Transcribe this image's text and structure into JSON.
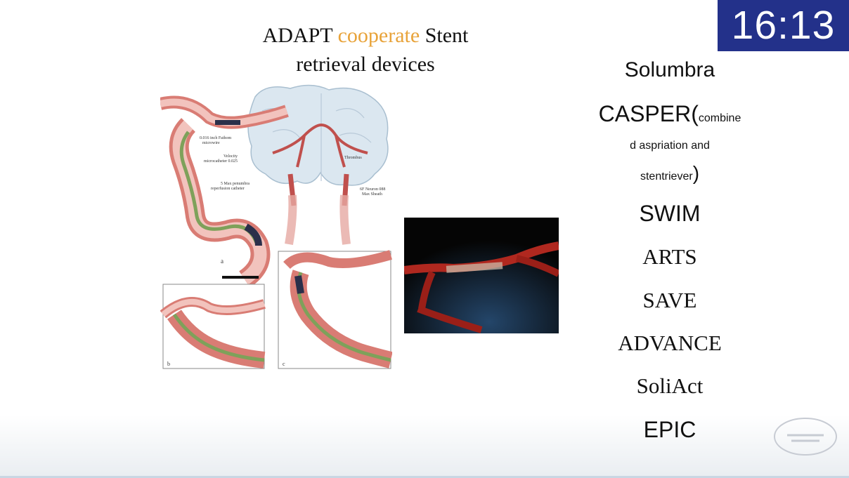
{
  "slide": {
    "title_part1": "ADAPT",
    "title_accent": "cooperate",
    "title_part2": "Stent",
    "title_line2": "retrieval devices",
    "accent_color": "#e8a33a"
  },
  "timer": {
    "value": "16:13",
    "background": "#23318a"
  },
  "trials": {
    "solumbra": "Solumbra",
    "casper": "CASPER(",
    "casper_small_1": "combine",
    "casper_small_2": "d  aspriation and",
    "casper_small_3": "stentriever",
    "casper_close": ")",
    "swim": "SWIM",
    "arts": "ARTS",
    "save": "SAVE",
    "advance": "ADVANCE",
    "soliact": "SoliAct",
    "epic": "EPIC"
  },
  "illustration": {
    "label_1": "0.016 inch Fathom",
    "label_1b": "microwire",
    "label_2": "Velocity",
    "label_2b": "microcatheter 0.025",
    "label_3": "5 Max penumbra",
    "label_3b": "reperfusion catheter",
    "label_4": "Thrombus",
    "label_5": "6F Neuron 088",
    "label_5b": "Max Sheath",
    "panel_a": "a",
    "panel_b": "b",
    "panel_c": "c"
  },
  "icons": {
    "watermark": "brand-watermark-icon",
    "device_photo": "stent-retriever-photo"
  }
}
